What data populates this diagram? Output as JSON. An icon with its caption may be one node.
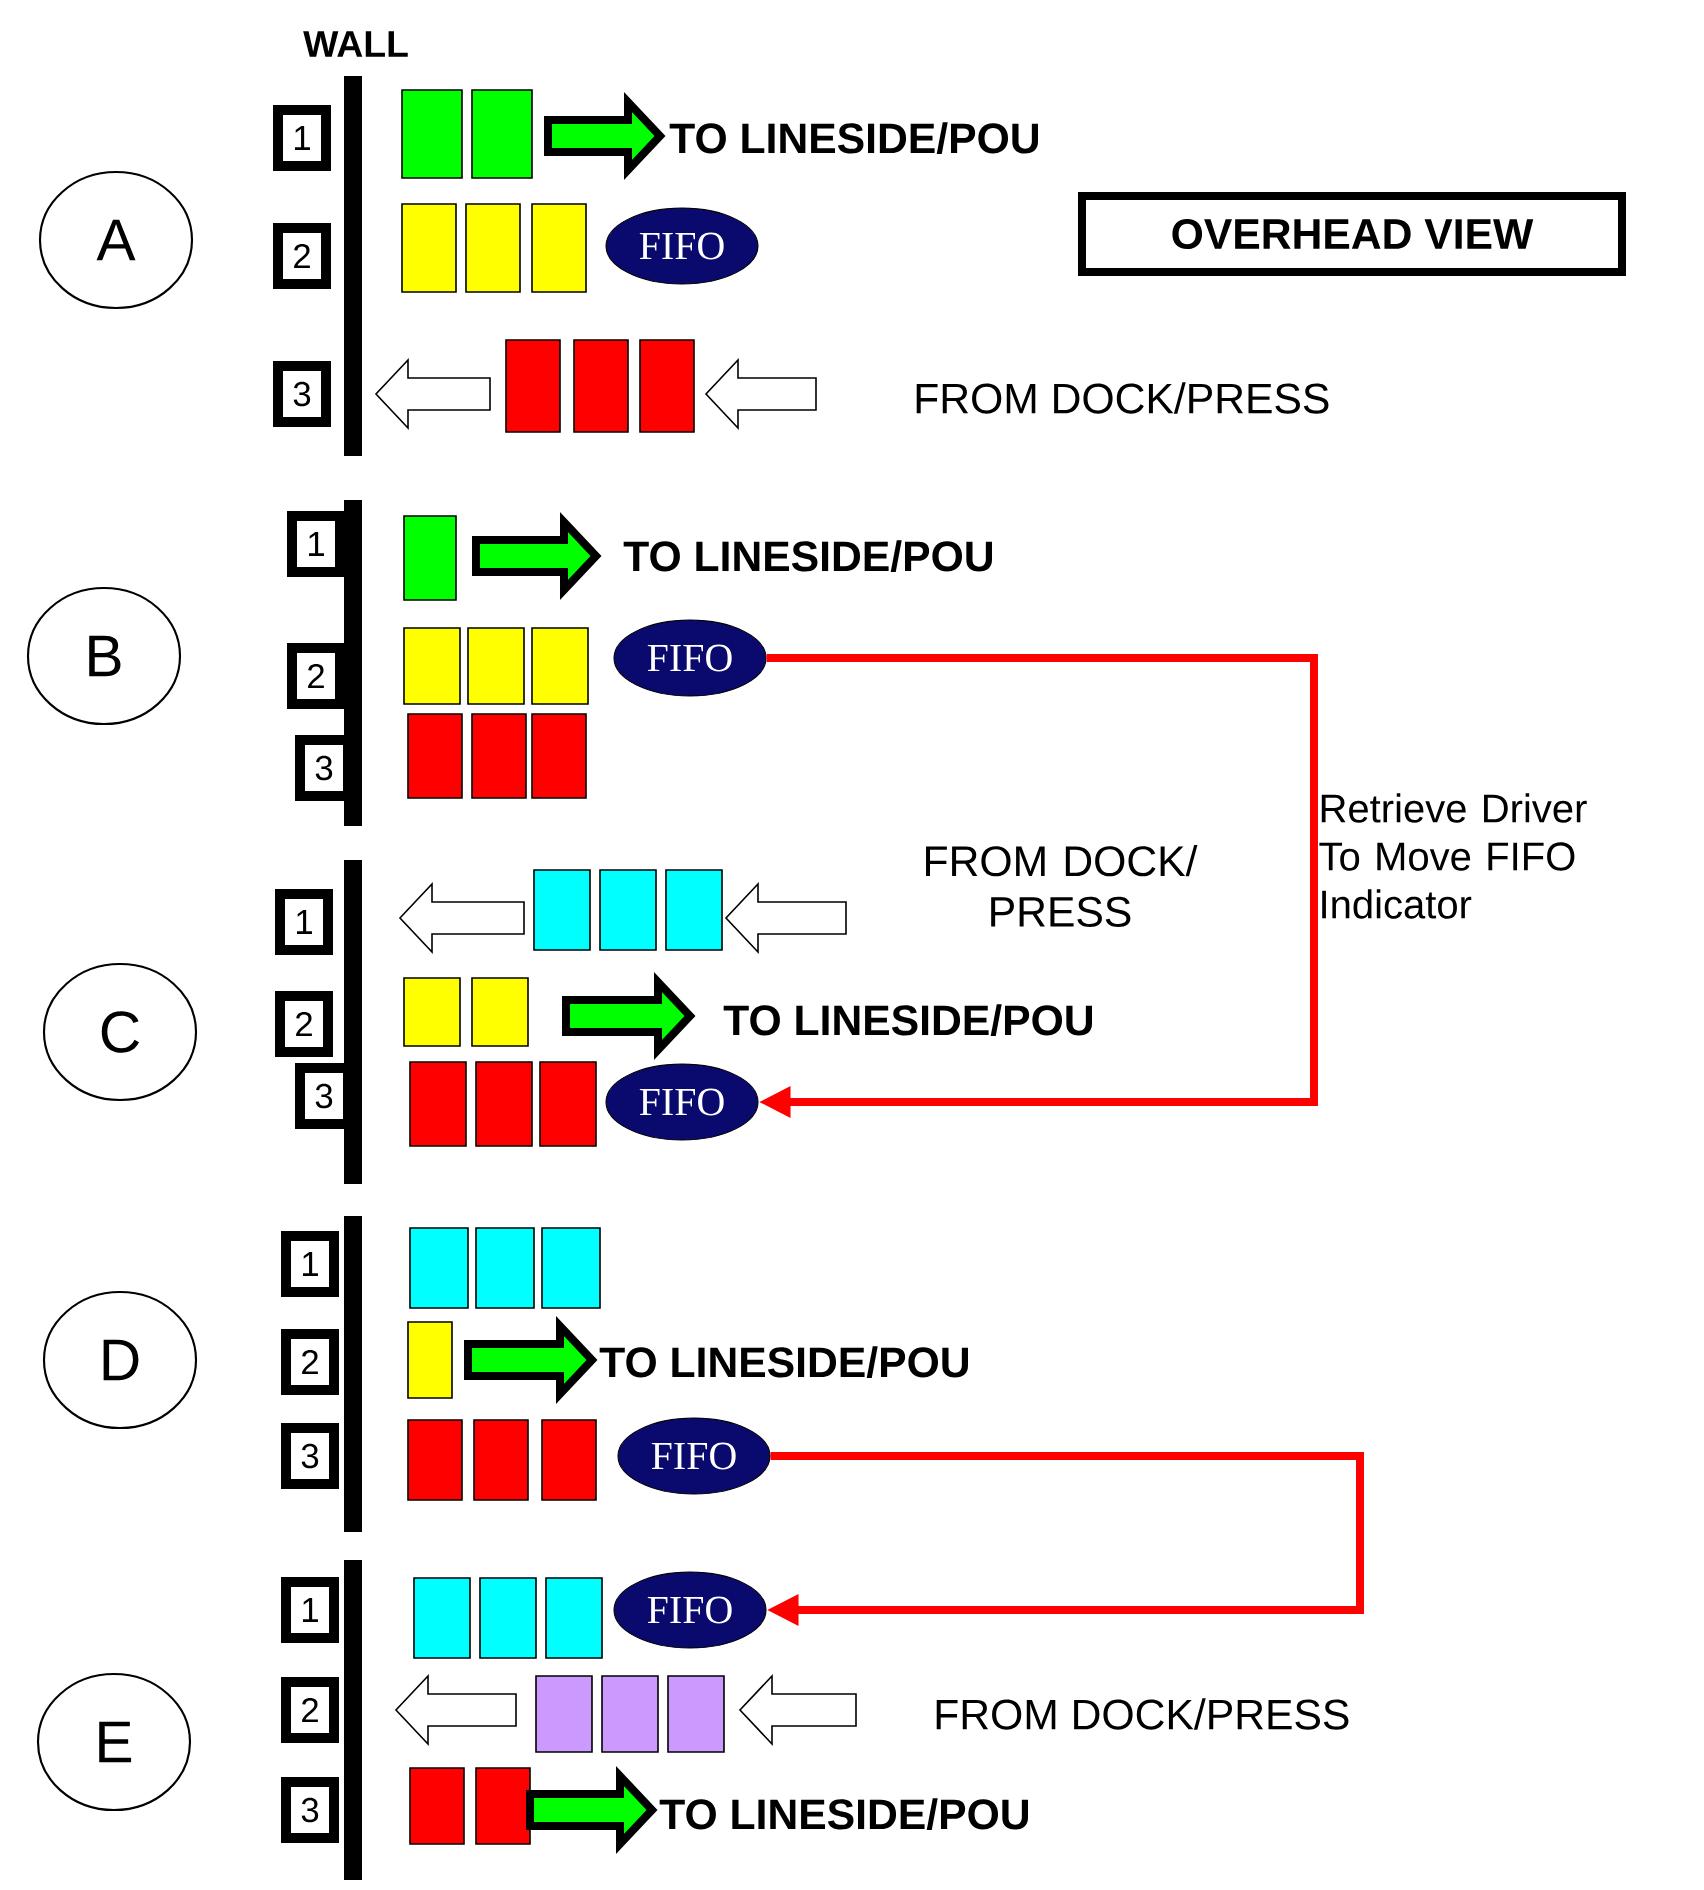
{
  "diagram": {
    "nodes": [
      {
        "text": [
          "A"
        ]
      },
      {
        "text": [
          "1"
        ]
      },
      {
        "text": [
          "2"
        ]
      },
      {
        "text": [
          "3"
        ]
      },
      {
        "text": [
          "FIFO"
        ]
      },
      {
        "text": [
          "OVERHEAD VIEW"
        ]
      },
      {
        "text": [
          "B"
        ]
      },
      {
        "text": [
          "1"
        ]
      },
      {
        "text": [
          "2"
        ]
      },
      {
        "text": [
          "3"
        ]
      },
      {
        "text": [
          "FIFO"
        ]
      },
      {
        "text": [
          "C"
        ]
      },
      {
        "text": [
          "1"
        ]
      },
      {
        "text": [
          "2"
        ]
      },
      {
        "text": [
          "3"
        ]
      },
      {
        "text": [
          "FIFO"
        ]
      },
      {
        "text": [
          "D"
        ]
      },
      {
        "text": [
          "1"
        ]
      },
      {
        "text": [
          "2"
        ]
      },
      {
        "text": [
          "3"
        ]
      },
      {
        "text": [
          "FIFO"
        ]
      },
      {
        "text": [
          "E"
        ]
      },
      {
        "text": [
          "1"
        ]
      },
      {
        "text": [
          "2"
        ]
      },
      {
        "text": [
          "3"
        ]
      },
      {
        "text": [
          "FIFO"
        ]
      }
    ],
    "edges": [
      {
        "from": 10,
        "to": 15,
        "arrow": "to",
        "label": "Retrieve Driver To Move FIFO Indicator"
      },
      {
        "from": 20,
        "to": 25,
        "arrow": "to"
      }
    ],
    "labels": [
      "WALL",
      "TO LINESIDE/POU",
      "FROM DOCK/PRESS",
      "TO LINESIDE/POU",
      "FROM DOCK/ PRESS",
      "TO LINESIDE/POU",
      "TO LINESIDE/POU",
      "FROM DOCK/PRESS",
      "TO LINESIDE/POU"
    ]
  }
}
